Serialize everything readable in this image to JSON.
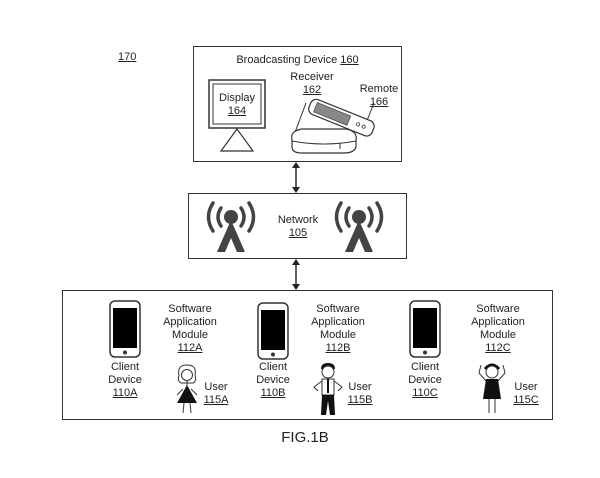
{
  "figure_ref": "170",
  "figure_caption": "FIG.1B",
  "broadcasting_device": {
    "title": "Broadcasting Device",
    "ref": "160",
    "display": {
      "label": "Display",
      "ref": "164"
    },
    "receiver": {
      "label": "Receiver",
      "ref": "162"
    },
    "remote": {
      "label": "Remote",
      "ref": "166"
    }
  },
  "network": {
    "label": "Network",
    "ref": "105"
  },
  "clients": [
    {
      "device_line1": "Client",
      "device_line2": "Device",
      "device_ref": "110A",
      "module_line1": "Software",
      "module_line2": "Application",
      "module_line3": "Module",
      "module_ref": "112A",
      "user_label": "User",
      "user_ref": "115A"
    },
    {
      "device_line1": "Client",
      "device_line2": "Device",
      "device_ref": "110B",
      "module_line1": "Software",
      "module_line2": "Application",
      "module_line3": "Module",
      "module_ref": "112B",
      "user_label": "User",
      "user_ref": "115B"
    },
    {
      "device_line1": "Client",
      "device_line2": "Device",
      "device_ref": "110C",
      "module_line1": "Software",
      "module_line2": "Application",
      "module_line3": "Module",
      "module_ref": "112C",
      "user_label": "User",
      "user_ref": "115C"
    }
  ]
}
